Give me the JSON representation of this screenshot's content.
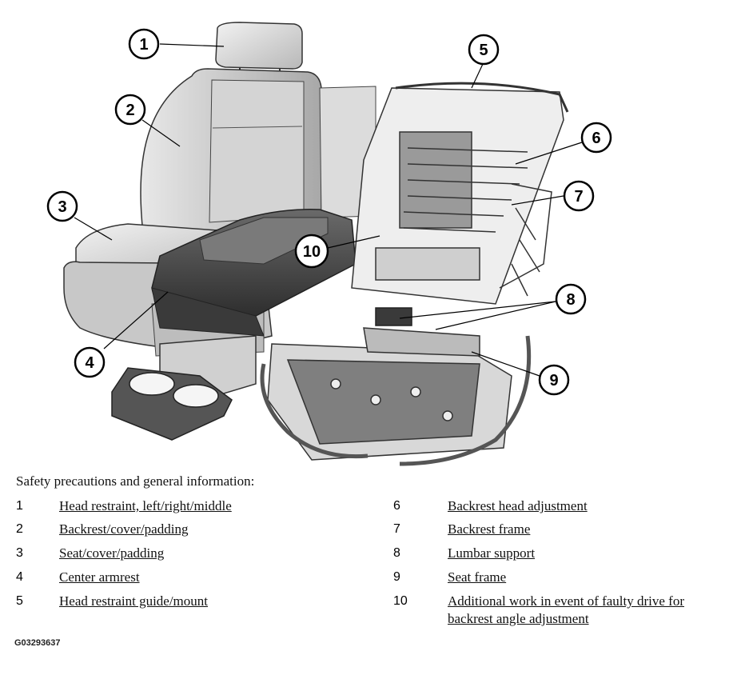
{
  "caption": "Safety precautions and general information:",
  "figure_id": "G03293637",
  "legend": [
    {
      "num": "1",
      "label": "Head restraint, left/right/middle"
    },
    {
      "num": "2",
      "label": "Backrest/cover/padding"
    },
    {
      "num": "3",
      "label": "Seat/cover/padding"
    },
    {
      "num": "4",
      "label": "Center armrest"
    },
    {
      "num": "5",
      "label": "Head restraint guide/mount"
    },
    {
      "num": "6",
      "label": "Backrest head adjustment"
    },
    {
      "num": "7",
      "label": "Backrest frame"
    },
    {
      "num": "8",
      "label": "Lumbar support"
    },
    {
      "num": "9",
      "label": "Seat frame"
    },
    {
      "num": "10",
      "label_line1": "Additional work in event of faulty drive for",
      "label_line2": "backrest angle adjustment"
    }
  ],
  "callouts": [
    "1",
    "2",
    "3",
    "4",
    "5",
    "6",
    "7",
    "8",
    "9",
    "10"
  ]
}
